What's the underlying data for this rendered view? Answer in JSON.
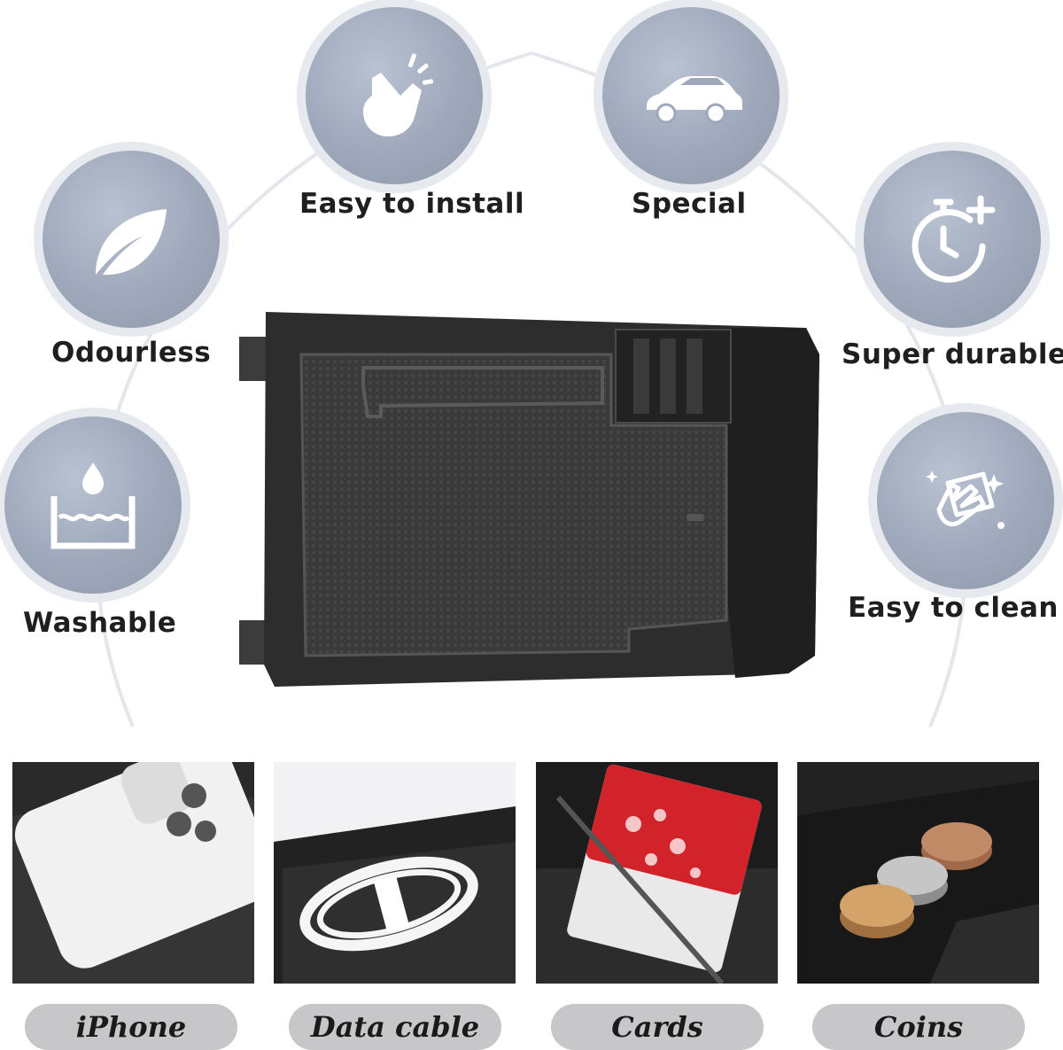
{
  "features": {
    "easy_install": {
      "label": "Easy to install",
      "icon": "hand-snap-icon"
    },
    "special": {
      "label": "Special",
      "icon": "car-icon"
    },
    "odourless": {
      "label": "Odourless",
      "icon": "leaf-icon"
    },
    "super_durable": {
      "label": "Super durable",
      "icon": "stopwatch-plus-icon"
    },
    "washable": {
      "label": "Washable",
      "icon": "water-basin-icon"
    },
    "easy_clean": {
      "label": "Easy to clean",
      "icon": "hand-cloth-icon"
    }
  },
  "uses": [
    {
      "label": "iPhone",
      "icon": "phone-icon"
    },
    {
      "label": "Data cable",
      "icon": "cable-icon"
    },
    {
      "label": "Cards",
      "icon": "card-icon"
    },
    {
      "label": "Coins",
      "icon": "coins-icon"
    }
  ],
  "colors": {
    "circle": "#9ea8ba",
    "tray": "#2b2b2b",
    "pill": "#c7c7c9",
    "card_red": "#d2232a"
  }
}
